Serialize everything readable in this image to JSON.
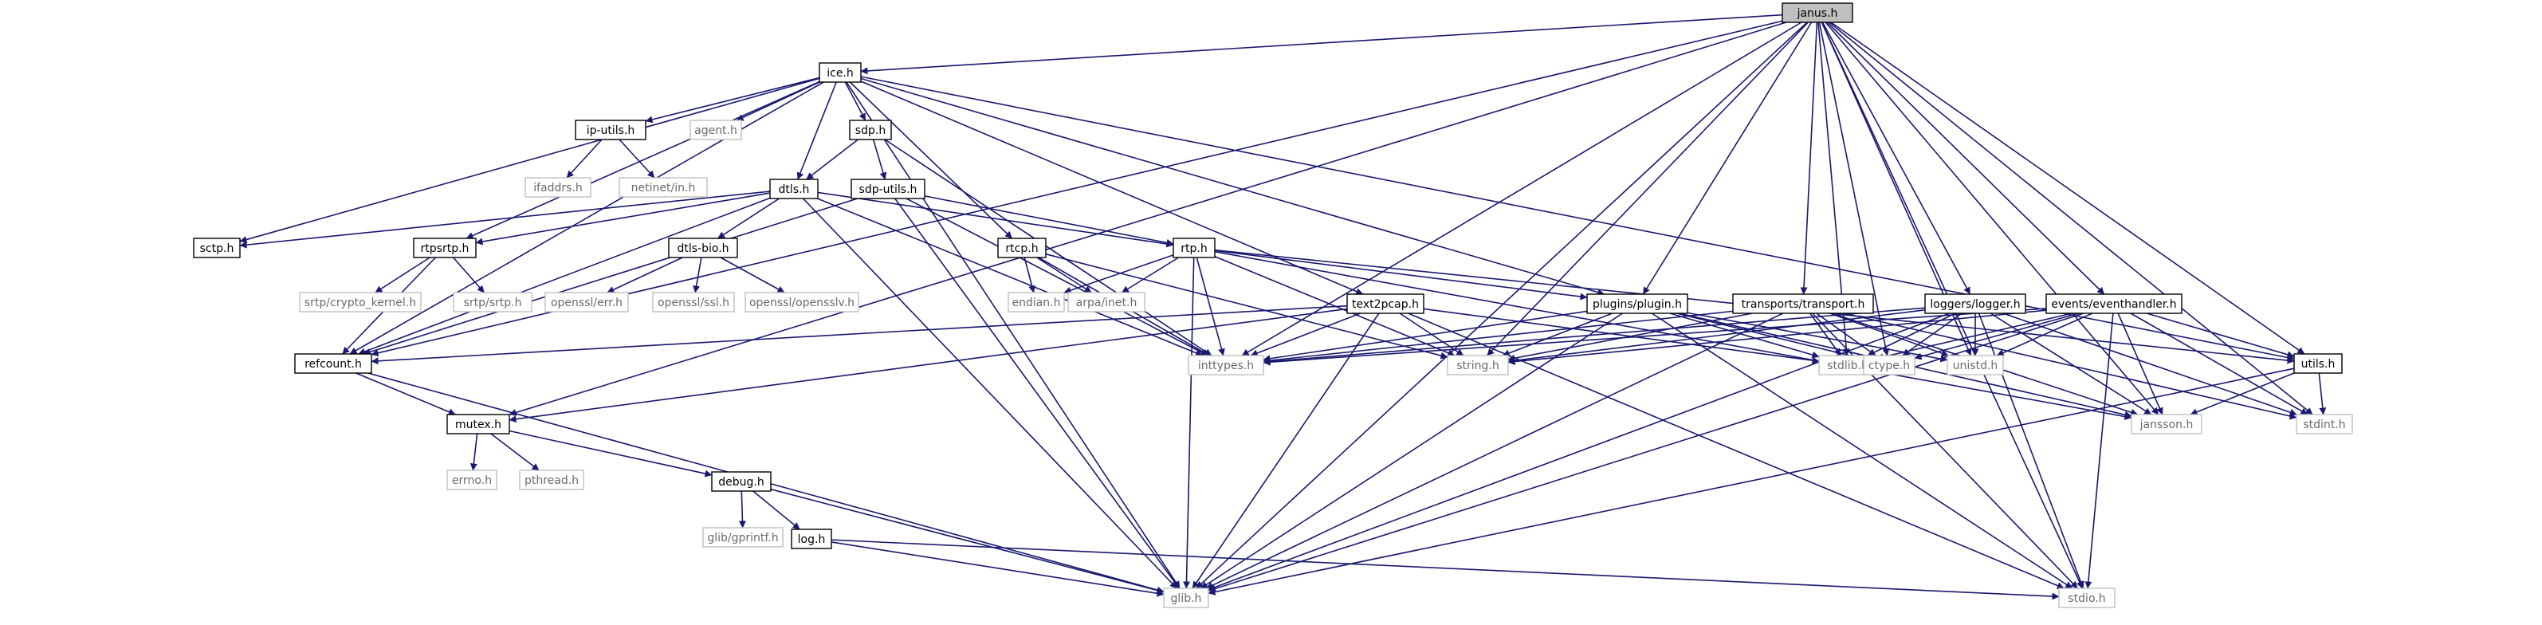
{
  "graph": {
    "colors": {
      "edge": "#191970",
      "root_fill": "#bfbfbf",
      "internal_border": "#000000",
      "external_border": "#bfbfbf",
      "external_text": "#6a6a6a"
    },
    "nodes": [
      {
        "id": "janus",
        "label": "janus.h",
        "kind": "root"
      },
      {
        "id": "ice",
        "label": "ice.h",
        "kind": "internal"
      },
      {
        "id": "iputils",
        "label": "ip-utils.h",
        "kind": "internal"
      },
      {
        "id": "agent",
        "label": "agent.h",
        "kind": "external"
      },
      {
        "id": "sdp",
        "label": "sdp.h",
        "kind": "internal"
      },
      {
        "id": "ifaddrs",
        "label": "ifaddrs.h",
        "kind": "external"
      },
      {
        "id": "netinet",
        "label": "netinet/in.h",
        "kind": "external"
      },
      {
        "id": "dtls",
        "label": "dtls.h",
        "kind": "internal"
      },
      {
        "id": "sdputils",
        "label": "sdp-utils.h",
        "kind": "internal"
      },
      {
        "id": "sctp",
        "label": "sctp.h",
        "kind": "internal"
      },
      {
        "id": "rtpsrtp",
        "label": "rtpsrtp.h",
        "kind": "internal"
      },
      {
        "id": "dtlsbio",
        "label": "dtls-bio.h",
        "kind": "internal"
      },
      {
        "id": "rtcp",
        "label": "rtcp.h",
        "kind": "internal"
      },
      {
        "id": "rtp",
        "label": "rtp.h",
        "kind": "internal"
      },
      {
        "id": "srtpcrypto",
        "label": "srtp/crypto_kernel.h",
        "kind": "external"
      },
      {
        "id": "srtpsrtp",
        "label": "srtp/srtp.h",
        "kind": "external"
      },
      {
        "id": "opensslerr",
        "label": "openssl/err.h",
        "kind": "external"
      },
      {
        "id": "opensslssl",
        "label": "openssl/ssl.h",
        "kind": "external"
      },
      {
        "id": "opensslv",
        "label": "openssl/opensslv.h",
        "kind": "external"
      },
      {
        "id": "endian",
        "label": "endian.h",
        "kind": "external"
      },
      {
        "id": "arpainet",
        "label": "arpa/inet.h",
        "kind": "external"
      },
      {
        "id": "text2pcap",
        "label": "text2pcap.h",
        "kind": "internal"
      },
      {
        "id": "plugin",
        "label": "plugins/plugin.h",
        "kind": "internal"
      },
      {
        "id": "transport",
        "label": "transports/transport.h",
        "kind": "internal"
      },
      {
        "id": "logger",
        "label": "loggers/logger.h",
        "kind": "internal"
      },
      {
        "id": "eventhandler",
        "label": "events/eventhandler.h",
        "kind": "internal"
      },
      {
        "id": "refcount",
        "label": "refcount.h",
        "kind": "internal"
      },
      {
        "id": "inttypes",
        "label": "inttypes.h",
        "kind": "external"
      },
      {
        "id": "string",
        "label": "string.h",
        "kind": "external"
      },
      {
        "id": "stdlib",
        "label": "stdlib.h",
        "kind": "external"
      },
      {
        "id": "ctype",
        "label": "ctype.h",
        "kind": "external"
      },
      {
        "id": "unistd",
        "label": "unistd.h",
        "kind": "external"
      },
      {
        "id": "utils",
        "label": "utils.h",
        "kind": "internal"
      },
      {
        "id": "mutex",
        "label": "mutex.h",
        "kind": "internal"
      },
      {
        "id": "jansson",
        "label": "jansson.h",
        "kind": "external"
      },
      {
        "id": "stdint",
        "label": "stdint.h",
        "kind": "external"
      },
      {
        "id": "errno",
        "label": "errno.h",
        "kind": "external"
      },
      {
        "id": "pthread",
        "label": "pthread.h",
        "kind": "external"
      },
      {
        "id": "debug",
        "label": "debug.h",
        "kind": "internal"
      },
      {
        "id": "gprintf",
        "label": "glib/gprintf.h",
        "kind": "external"
      },
      {
        "id": "log",
        "label": "log.h",
        "kind": "internal"
      },
      {
        "id": "glib",
        "label": "glib.h",
        "kind": "external"
      },
      {
        "id": "stdio",
        "label": "stdio.h",
        "kind": "external"
      }
    ],
    "edges": [
      [
        "janus",
        "ice"
      ],
      [
        "janus",
        "refcount"
      ],
      [
        "janus",
        "mutex"
      ],
      [
        "janus",
        "glib"
      ],
      [
        "janus",
        "inttypes"
      ],
      [
        "janus",
        "string"
      ],
      [
        "janus",
        "plugin"
      ],
      [
        "janus",
        "transport"
      ],
      [
        "janus",
        "stdlib"
      ],
      [
        "janus",
        "ctype"
      ],
      [
        "janus",
        "unistd"
      ],
      [
        "janus",
        "logger"
      ],
      [
        "janus",
        "eventhandler"
      ],
      [
        "janus",
        "utils"
      ],
      [
        "janus",
        "stdint"
      ],
      [
        "janus",
        "jansson"
      ],
      [
        "janus",
        "stdio"
      ],
      [
        "ice",
        "iputils"
      ],
      [
        "ice",
        "agent"
      ],
      [
        "ice",
        "sdp"
      ],
      [
        "ice",
        "dtls"
      ],
      [
        "ice",
        "rtcp"
      ],
      [
        "ice",
        "text2pcap"
      ],
      [
        "ice",
        "plugin"
      ],
      [
        "ice",
        "utils"
      ],
      [
        "ice",
        "refcount"
      ],
      [
        "ice",
        "glib"
      ],
      [
        "ice",
        "sctp"
      ],
      [
        "ice",
        "rtpsrtp"
      ],
      [
        "iputils",
        "ifaddrs"
      ],
      [
        "iputils",
        "netinet"
      ],
      [
        "sdp",
        "dtls"
      ],
      [
        "sdp",
        "sdputils"
      ],
      [
        "sdp",
        "inttypes"
      ],
      [
        "sdputils",
        "rtp"
      ],
      [
        "sdputils",
        "refcount"
      ],
      [
        "sdputils",
        "inttypes"
      ],
      [
        "sdputils",
        "glib"
      ],
      [
        "dtls",
        "sctp"
      ],
      [
        "dtls",
        "rtpsrtp"
      ],
      [
        "dtls",
        "dtlsbio"
      ],
      [
        "dtls",
        "rtp"
      ],
      [
        "dtls",
        "refcount"
      ],
      [
        "dtls",
        "inttypes"
      ],
      [
        "dtls",
        "glib"
      ],
      [
        "rtpsrtp",
        "srtpcrypto"
      ],
      [
        "rtpsrtp",
        "srtpsrtp"
      ],
      [
        "rtpsrtp",
        "refcount"
      ],
      [
        "dtlsbio",
        "opensslerr"
      ],
      [
        "dtlsbio",
        "opensslssl"
      ],
      [
        "dtlsbio",
        "opensslv"
      ],
      [
        "rtcp",
        "endian"
      ],
      [
        "rtcp",
        "arpainet"
      ],
      [
        "rtcp",
        "inttypes"
      ],
      [
        "rtcp",
        "string"
      ],
      [
        "rtp",
        "endian"
      ],
      [
        "rtp",
        "arpainet"
      ],
      [
        "rtp",
        "inttypes"
      ],
      [
        "rtp",
        "string"
      ],
      [
        "rtp",
        "glib"
      ],
      [
        "rtp",
        "plugin"
      ],
      [
        "rtp",
        "utils"
      ],
      [
        "rtp",
        "jansson"
      ],
      [
        "text2pcap",
        "refcount"
      ],
      [
        "text2pcap",
        "inttypes"
      ],
      [
        "text2pcap",
        "string"
      ],
      [
        "text2pcap",
        "stdlib"
      ],
      [
        "text2pcap",
        "mutex"
      ],
      [
        "text2pcap",
        "glib"
      ],
      [
        "text2pcap",
        "stdio"
      ],
      [
        "plugin",
        "inttypes"
      ],
      [
        "plugin",
        "string"
      ],
      [
        "plugin",
        "stdlib"
      ],
      [
        "plugin",
        "ctype"
      ],
      [
        "plugin",
        "unistd"
      ],
      [
        "plugin",
        "jansson"
      ],
      [
        "plugin",
        "glib"
      ],
      [
        "plugin",
        "stdio"
      ],
      [
        "transport",
        "inttypes"
      ],
      [
        "transport",
        "string"
      ],
      [
        "transport",
        "stdlib"
      ],
      [
        "transport",
        "ctype"
      ],
      [
        "transport",
        "unistd"
      ],
      [
        "transport",
        "jansson"
      ],
      [
        "transport",
        "glib"
      ],
      [
        "transport",
        "stdio"
      ],
      [
        "transport",
        "stdint"
      ],
      [
        "logger",
        "inttypes"
      ],
      [
        "logger",
        "string"
      ],
      [
        "logger",
        "stdlib"
      ],
      [
        "logger",
        "ctype"
      ],
      [
        "logger",
        "unistd"
      ],
      [
        "logger",
        "jansson"
      ],
      [
        "logger",
        "glib"
      ],
      [
        "logger",
        "stdio"
      ],
      [
        "logger",
        "stdint"
      ],
      [
        "eventhandler",
        "inttypes"
      ],
      [
        "eventhandler",
        "string"
      ],
      [
        "eventhandler",
        "stdlib"
      ],
      [
        "eventhandler",
        "ctype"
      ],
      [
        "eventhandler",
        "unistd"
      ],
      [
        "eventhandler",
        "utils"
      ],
      [
        "eventhandler",
        "jansson"
      ],
      [
        "eventhandler",
        "stdint"
      ],
      [
        "eventhandler",
        "glib"
      ],
      [
        "eventhandler",
        "stdio"
      ],
      [
        "refcount",
        "mutex"
      ],
      [
        "refcount",
        "glib"
      ],
      [
        "utils",
        "jansson"
      ],
      [
        "utils",
        "stdint"
      ],
      [
        "utils",
        "glib"
      ],
      [
        "mutex",
        "errno"
      ],
      [
        "mutex",
        "pthread"
      ],
      [
        "mutex",
        "debug"
      ],
      [
        "debug",
        "gprintf"
      ],
      [
        "debug",
        "log"
      ],
      [
        "debug",
        "glib"
      ],
      [
        "log",
        "glib"
      ],
      [
        "log",
        "stdio"
      ]
    ]
  }
}
